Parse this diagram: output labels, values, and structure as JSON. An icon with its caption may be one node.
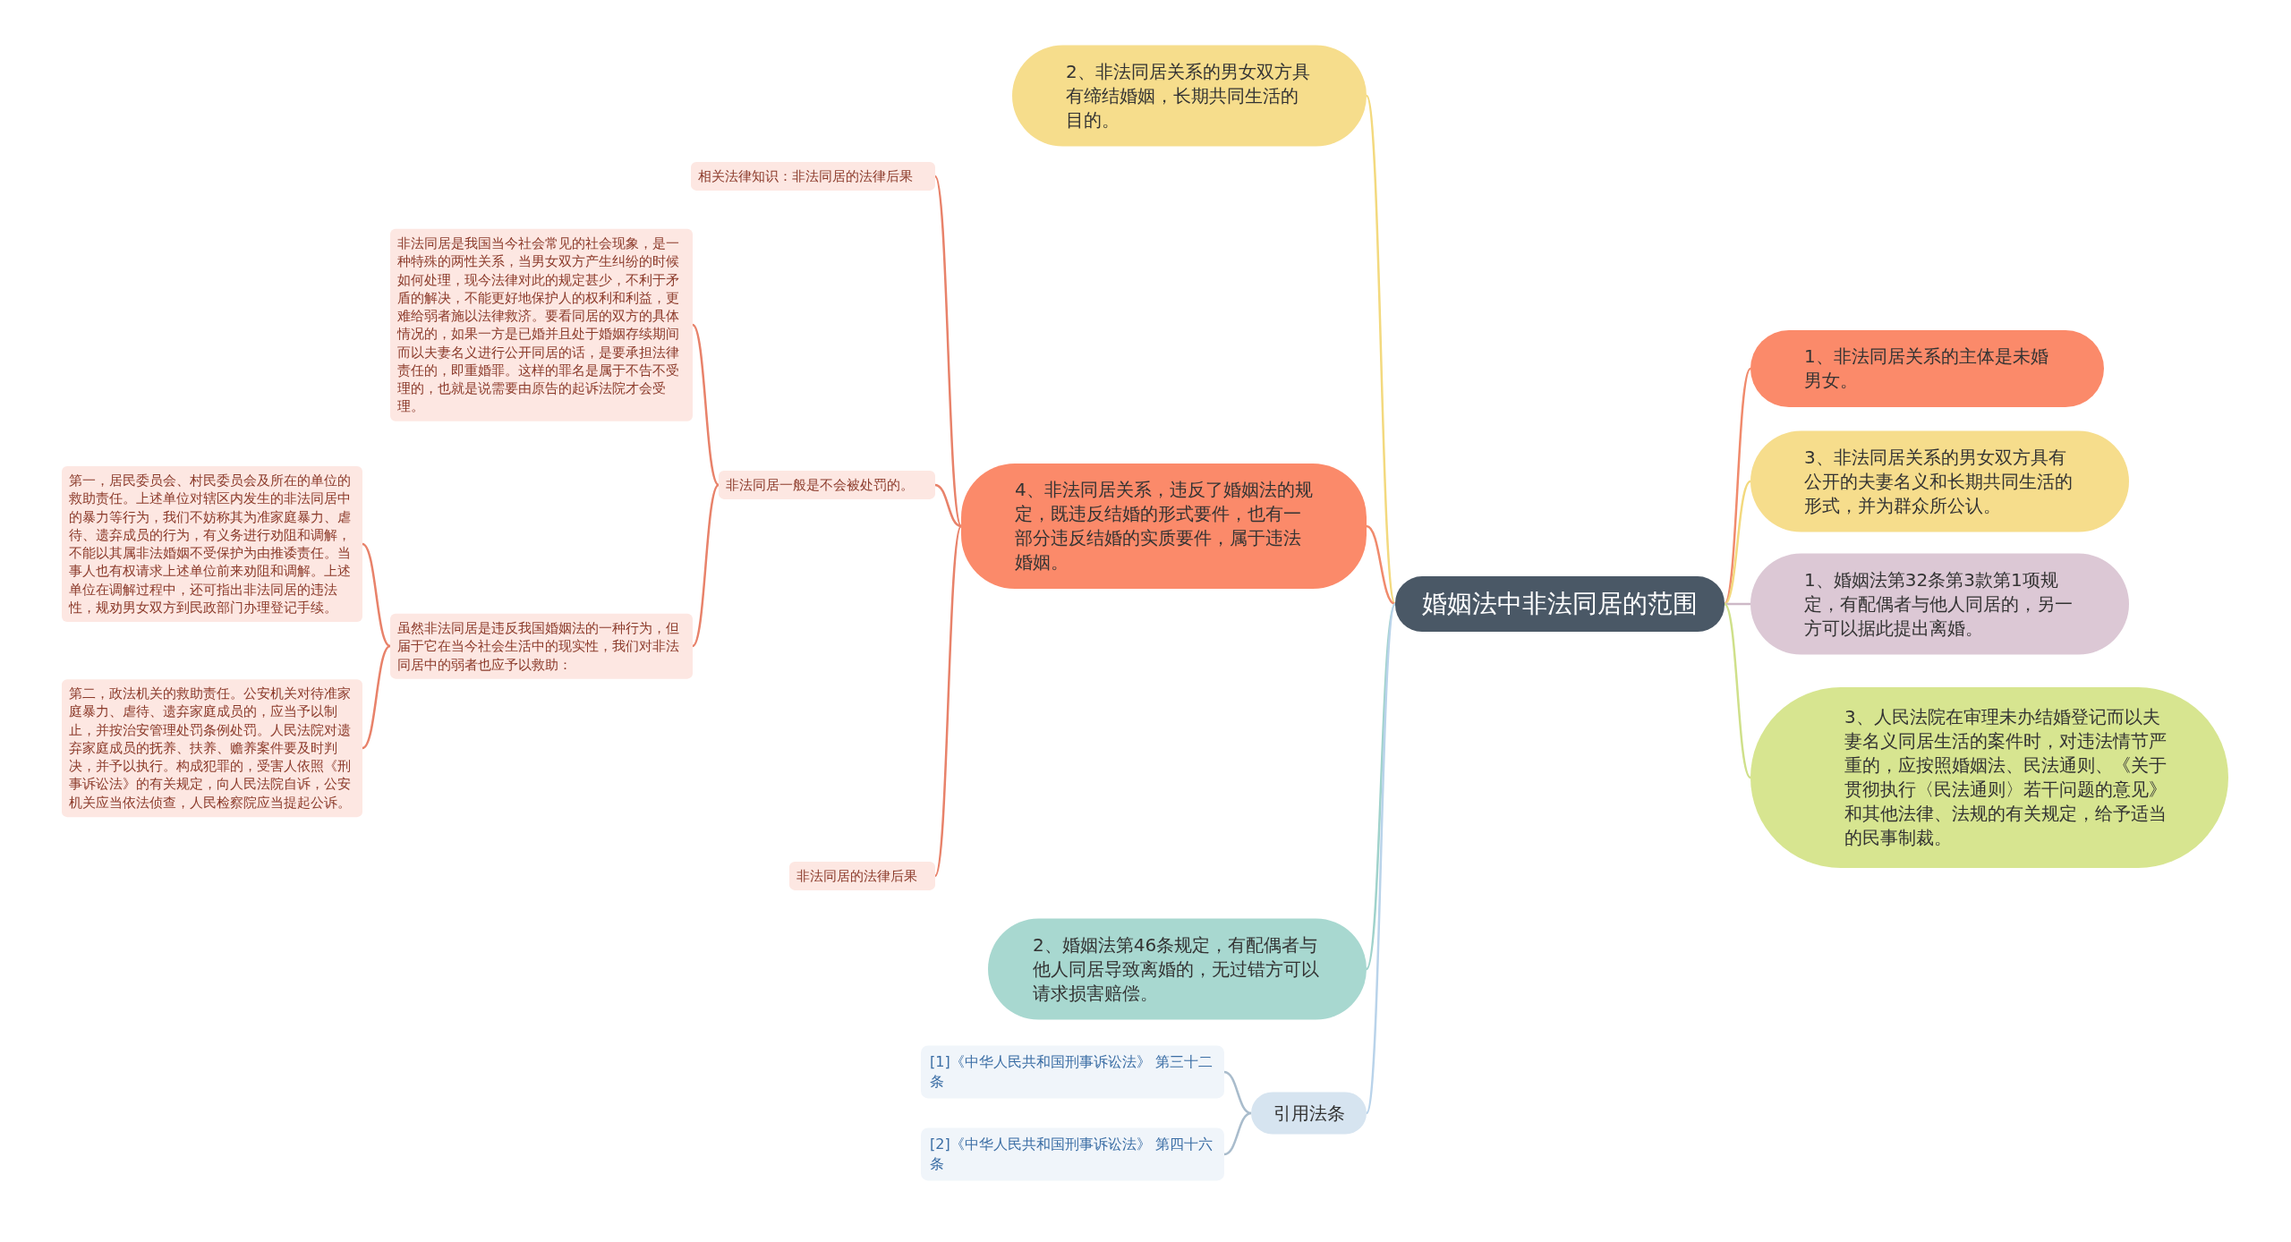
{
  "diagram": {
    "nodes": [
      {
        "text": [
          "婚姻法中非法同居的范围"
        ]
      },
      {
        "text": [
          "2、非法同居关系的男女双方具有缔结婚姻，长期共同生活的目的。"
        ]
      },
      {
        "text": [
          "4、非法同居关系，违反了婚姻法的规定，既违反结婚的形式要件，也有一部分违反结婚的实质要件，属于违法婚姻。"
        ]
      },
      {
        "text": [
          "相关法律知识：非法同居的法律后果"
        ]
      },
      {
        "text": [
          "非法同居一般是不会被处罚的。"
        ]
      },
      {
        "text": [
          "非法同居是我国当今社会常见的社会现象，是一种特殊的两性关系，当男女双方产生纠纷的时候如何处理，现今法律对此的规定甚少，不利于矛盾的解决，不能更好地保护人的权利和利益，更难给弱者施以法律救济。要看同居的双方的具体情况的，如果一方是已婚并且处于婚姻存续期间而以夫妻名义进行公开同居的话，是要承担法律责任的，即重婚罪。这样的罪名是属于不告不受理的，也就是说需要由原告的起诉法院才会受理。"
        ]
      },
      {
        "text": [
          "虽然非法同居是违反我国婚姻法的一种行为，但届于它在当今社会生活中的现实性，我们对非法同居中的弱者也应予以救助："
        ]
      },
      {
        "text": [
          "第一，居民委员会、村民委员会及所在的单位的救助责任。上述单位对辖区内发生的非法同居中的暴力等行为，我们不妨称其为准家庭暴力、虐待、遗弃成员的行为，有义务进行劝阻和调解，不能以其属非法婚姻不受保护为由推诿责任。当事人也有权请求上述单位前来劝阻和调解。上述单位在调解过程中，还可指出非法同居的违法性，规劝男女双方到民政部门办理登记手续。"
        ]
      },
      {
        "text": [
          "第二，政法机关的救助责任。公安机关对待准家庭暴力、虐待、遗弃家庭成员的，应当予以制止，并按治安管理处罚条例处罚。人民法院对遗弃家庭成员的抚养、扶养、赡养案件要及时判决，并予以执行。构成犯罪的，受害人依照《刑事诉讼法》的有关规定，向人民法院自诉，公安机关应当依法侦查，人民检察院应当提起公诉。"
        ]
      },
      {
        "text": [
          "非法同居的法律后果"
        ]
      },
      {
        "text": [
          "2、婚姻法第46条规定，有配偶者与他人同居导致离婚的，无过错方可以请求损害赔偿。"
        ]
      },
      {
        "text": [
          "引用法条"
        ]
      },
      {
        "text": [
          "[1]《中华人民共和国刑事诉讼法》 第三十二条"
        ]
      },
      {
        "text": [
          "[2]《中华人民共和国刑事诉讼法》 第四十六条"
        ]
      },
      {
        "text": [
          "1、非法同居关系的主体是未婚男女。"
        ]
      },
      {
        "text": [
          "3、非法同居关系的男女双方具有公开的夫妻名义和长期共同生活的形式，并为群众所公认。"
        ]
      },
      {
        "text": [
          "1、婚姻法第32条第3款第1项规定，有配偶者与他人同居的，另一方可以据此提出离婚。"
        ]
      },
      {
        "text": [
          "3、人民法院在审理未办结婚登记而以夫妻名义同居生活的案件时，对违法情节严重的，应按照婚姻法、民法通则、《关于贯彻执行〈民法通则〉若干问题的意见》和其他法律、法规的有关规定，给予适当的民事制裁。"
        ]
      }
    ],
    "edges": [
      {
        "from": 0,
        "to": 1,
        "arrow": "none",
        "color": "#f3d97e"
      },
      {
        "from": 0,
        "to": 2,
        "arrow": "none",
        "color": "#f08a6c"
      },
      {
        "from": 2,
        "to": 3,
        "arrow": "none"
      },
      {
        "from": 2,
        "to": 4,
        "arrow": "none"
      },
      {
        "from": 4,
        "to": 5,
        "arrow": "none"
      },
      {
        "from": 4,
        "to": 6,
        "arrow": "none"
      },
      {
        "from": 6,
        "to": 7,
        "arrow": "none"
      },
      {
        "from": 6,
        "to": 8,
        "arrow": "none"
      },
      {
        "from": 2,
        "to": 9,
        "arrow": "none"
      },
      {
        "from": 0,
        "to": 10,
        "arrow": "none",
        "color": "#9fd2cb"
      },
      {
        "from": 0,
        "to": 11,
        "arrow": "none",
        "color": "#b9d3ea"
      },
      {
        "from": 11,
        "to": 12,
        "arrow": "none",
        "color": "#a9bccc"
      },
      {
        "from": 11,
        "to": 13,
        "arrow": "none",
        "color": "#a9bccc"
      },
      {
        "from": 0,
        "to": 14,
        "arrow": "none",
        "color": "#f08a6c"
      },
      {
        "from": 0,
        "to": 15,
        "arrow": "none",
        "color": "#f3d97e"
      },
      {
        "from": 0,
        "to": 16,
        "arrow": "none",
        "color": "#cdb9c7"
      },
      {
        "from": 0,
        "to": 17,
        "arrow": "none",
        "color": "#cfe08a"
      }
    ]
  }
}
